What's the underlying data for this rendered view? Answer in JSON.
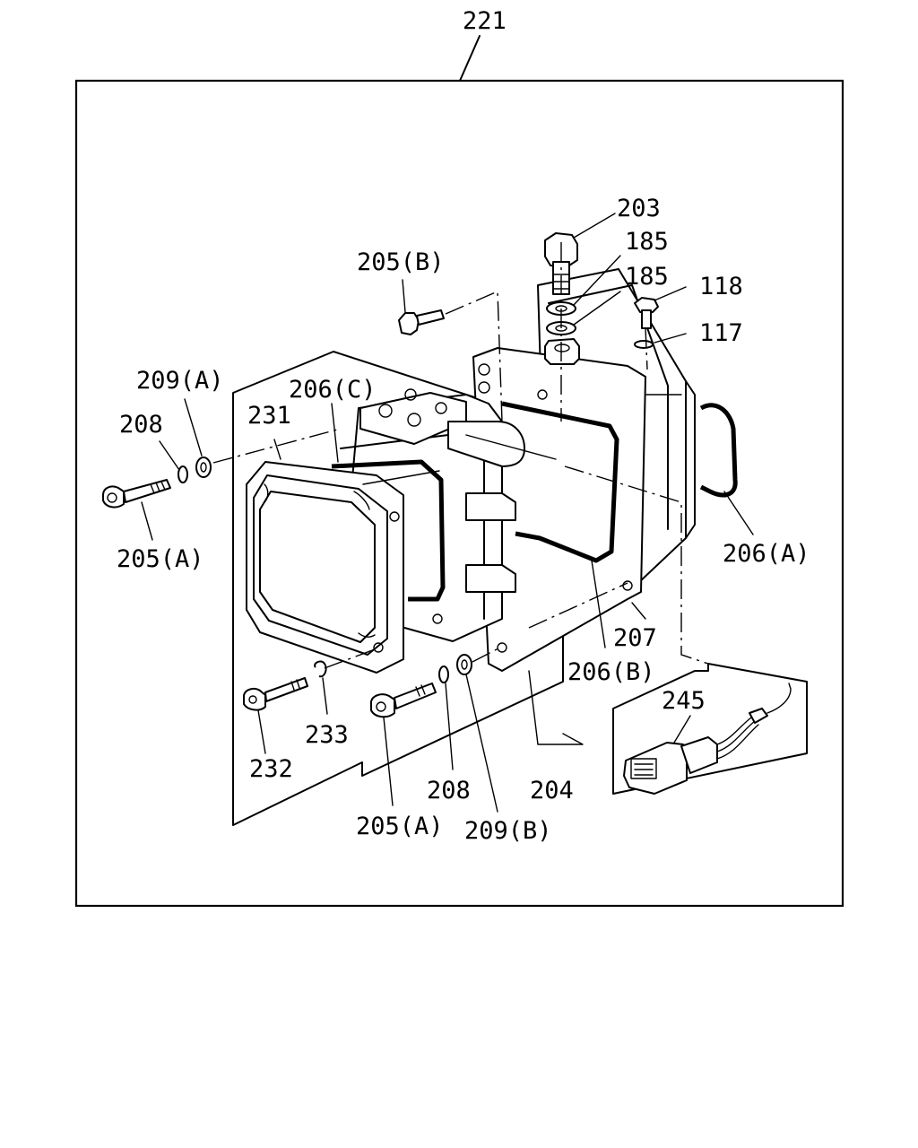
{
  "labels": {
    "assembly": "221",
    "bolt_203": "203",
    "washer_185_upper": "185",
    "washer_185_lower": "185",
    "screw_118": "118",
    "washer_117": "117",
    "bolt_205b": "205(B)",
    "washer_209a_top": "209(A)",
    "seal_206c": "206(C)",
    "washer_208_left": "208",
    "cover_231": "231",
    "bolt_205a_left": "205(A)",
    "seal_206a": "206(A)",
    "gasket_207": "207",
    "seal_206b": "206(B)",
    "connector_245": "245",
    "washer_233": "233",
    "screw_232": "232",
    "washer_208_bottom": "208",
    "bracket_204": "204",
    "bolt_205a_bottom": "205(A)",
    "washer_209b": "209(B)"
  }
}
